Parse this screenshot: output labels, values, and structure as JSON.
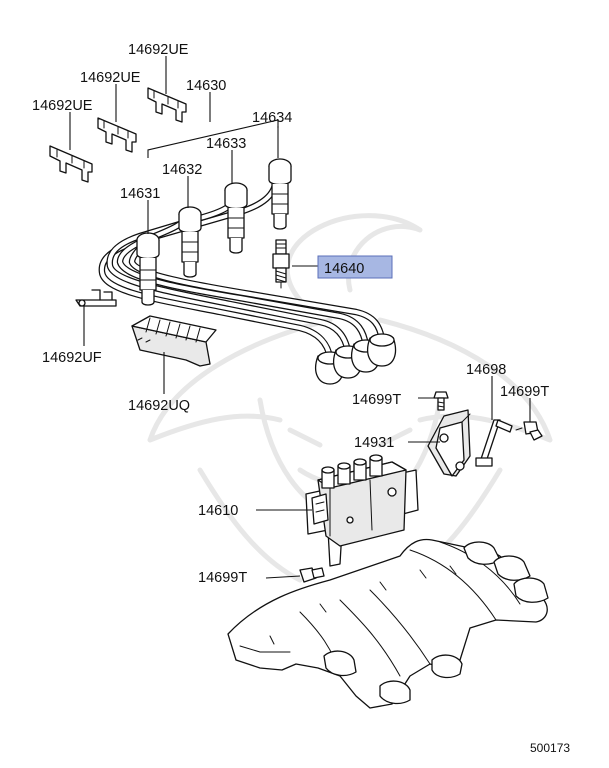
{
  "labels": {
    "p14692UE_top": "14692UE",
    "p14692UE_mid": "14692UE",
    "p14692UE_left": "14692UE",
    "p14630": "14630",
    "p14634": "14634",
    "p14633": "14633",
    "p14632": "14632",
    "p14631": "14631",
    "p14640": "14640",
    "p14692UF": "14692UF",
    "p14692UQ": "14692UQ",
    "p14698": "14698",
    "p14699T_a": "14699T",
    "p14699T_b": "14699T",
    "p14931": "14931",
    "p14610": "14610",
    "p14699T_c": "14699T"
  },
  "diagram_code": "500173",
  "colors": {
    "highlight_fill": "#a7b7e3",
    "highlight_stroke": "#5b6fb8",
    "line": "#111111",
    "watermark": "#e7e7e7"
  },
  "highlighted_part": "14640"
}
